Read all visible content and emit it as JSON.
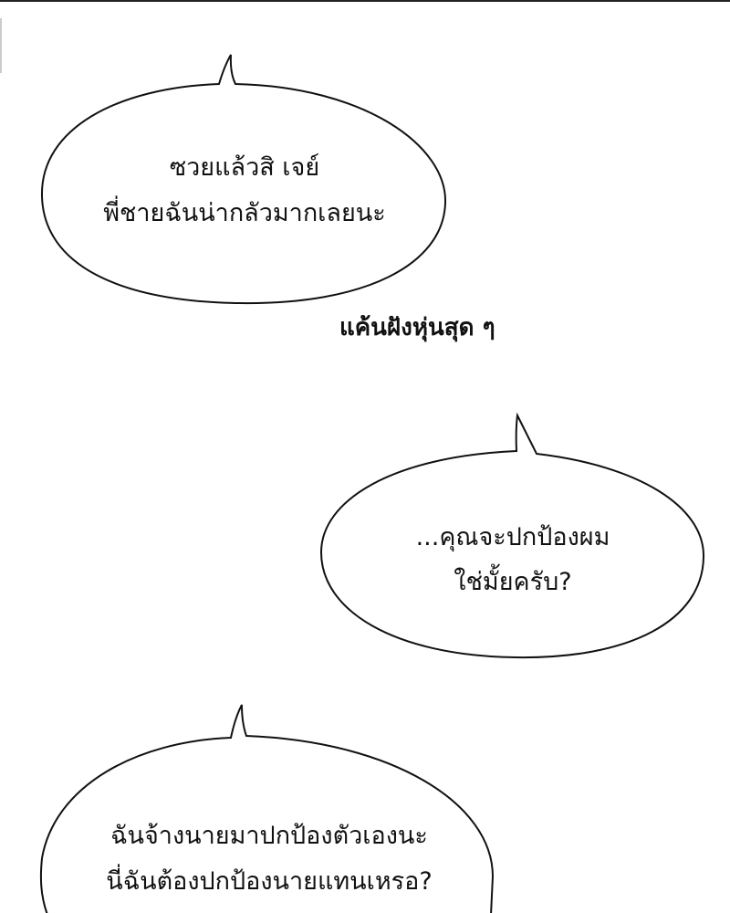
{
  "bubbles": [
    {
      "lines": [
        "ซวยแล้วสิ เจย์",
        "พี่ชายฉันน่ากลัวมากเลยนะ"
      ]
    },
    {
      "lines": [
        "...คุณจะปกป้องผม",
        "ใช่มั้ยครับ?"
      ]
    },
    {
      "lines": [
        "ฉันจ้างนายมาปกป้องตัวเองนะ",
        "นี่ฉันต้องปกป้องนายแทนเหรอ?"
      ]
    }
  ],
  "sfx": "แค้นฝังหุ่นสุด ๆ"
}
